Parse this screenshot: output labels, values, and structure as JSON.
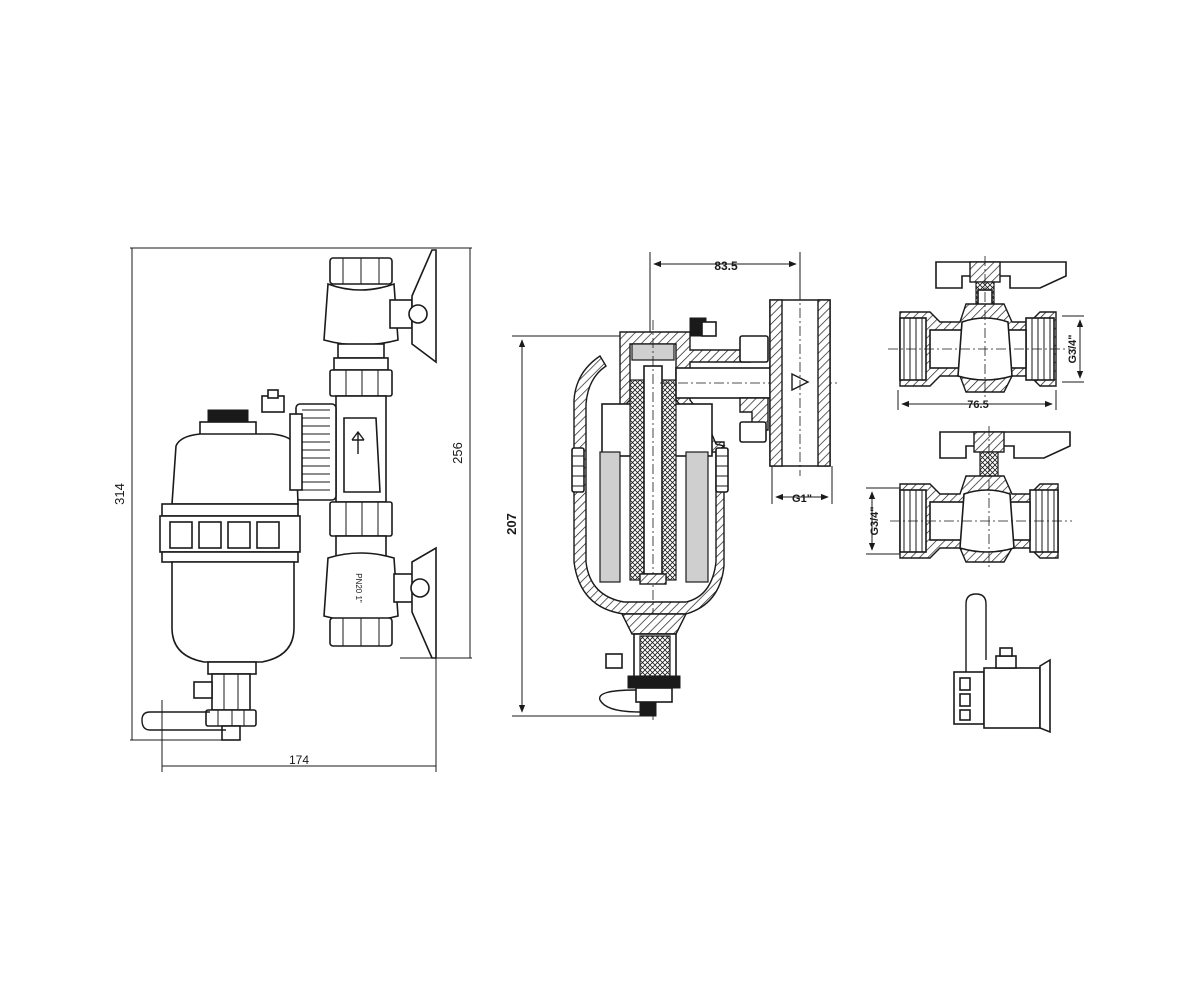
{
  "views": {
    "front": {
      "dim_height_total": "314",
      "dim_height_valves": "256",
      "dim_width": "174",
      "valve_marking": "PN20  1\""
    },
    "section": {
      "dim_width": "83.5",
      "dim_height": "207",
      "thread": "G1\""
    },
    "valve_top": {
      "dim_length": "76.5",
      "thread": "G3/4\""
    },
    "valve_bottom": {
      "thread": "G3/4\""
    }
  },
  "colors": {
    "line": "#1a1a1a",
    "fill": "#ffffff",
    "shade": "#cfcfcf"
  }
}
